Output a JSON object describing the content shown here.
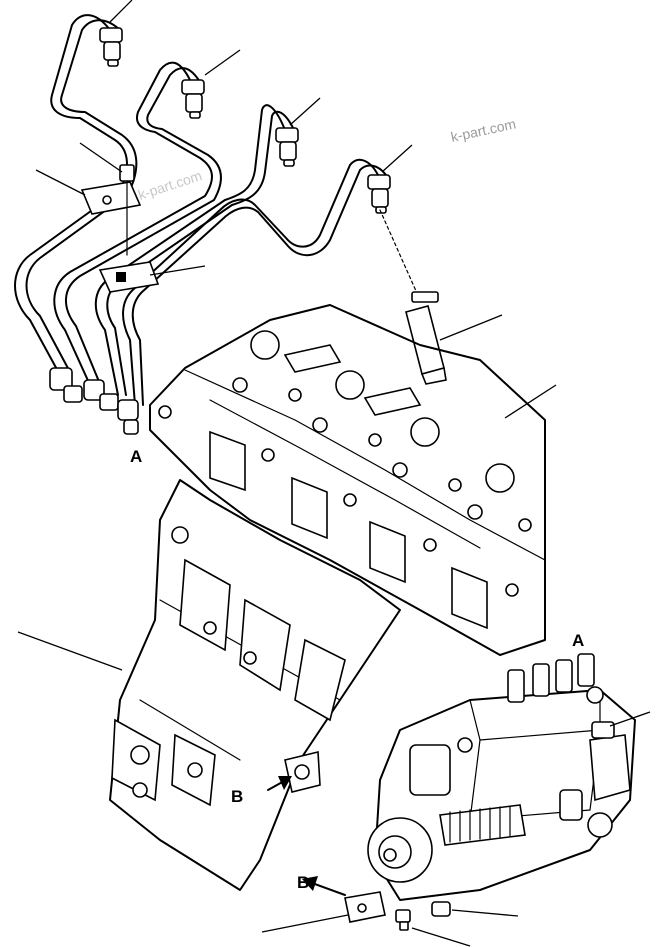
{
  "callouts": {
    "a_pipes": "A",
    "a_pump": "A",
    "b_block": "B",
    "b_bracket": "B"
  },
  "watermarks": {
    "main": "k-part.com",
    "faint": "k-part.com"
  },
  "colors": {
    "ink": "#000000",
    "background": "#ffffff",
    "watermark": "#9a9a9a"
  }
}
